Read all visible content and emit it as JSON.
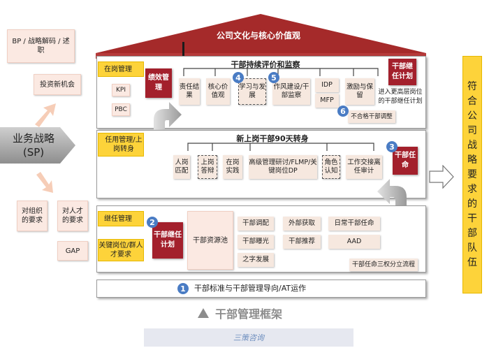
{
  "roof": {
    "title": "公司文化与核心价值观"
  },
  "left": {
    "bp": "BP / 战略解码 / 述职",
    "invest": "投资新机会",
    "strategy_line1": "业务战略",
    "strategy_line2": "(SP)",
    "org_req": "对组织的要求",
    "talent_req": "对人才的要求",
    "gap": "GAP"
  },
  "top_band": {
    "header": "在岗管理",
    "kpi": "KPI",
    "pbc": "PBC",
    "perf": "绩效管理",
    "title": "干部持续评价和监察",
    "items": [
      "责任结果",
      "核心价值观",
      "学习与发展",
      "作风建设/干部监察",
      "IDP",
      "MFP",
      "激励与保留",
      "不合格干部调整"
    ],
    "plan": "干部继任计划",
    "plan_note": "进入更高层岗位的干部继任计划",
    "nums": [
      "4",
      "5",
      "6"
    ]
  },
  "mid_band": {
    "header": "任用管理/上岗转身",
    "title": "新上岗干部90天转身",
    "items": [
      "人岗匹配",
      "上岗答辩",
      "在岗实践",
      "高级管理研讨/FLMP/关键岗位DP",
      "角色认知",
      "工作交接离任审计"
    ],
    "appoint": "干部任命",
    "num": "3"
  },
  "low_band": {
    "header": "继任管理",
    "sub": "关键岗位/群人才要求",
    "plan": "干部继任计划",
    "pool": "干部资源池",
    "items": [
      "干部调配",
      "外部获取",
      "日常干部任命",
      "干部曝光",
      "干部推荐",
      "AAD",
      "之字发展",
      "干部任命三权分立流程"
    ],
    "num": "2"
  },
  "base": {
    "text": "干部标准与干部管理导向/AT运作",
    "num": "1"
  },
  "footer": {
    "caption": "干部管理框架",
    "watermark": "三策咨询"
  },
  "right": {
    "text": "符合公司战略要求的干部队伍"
  }
}
